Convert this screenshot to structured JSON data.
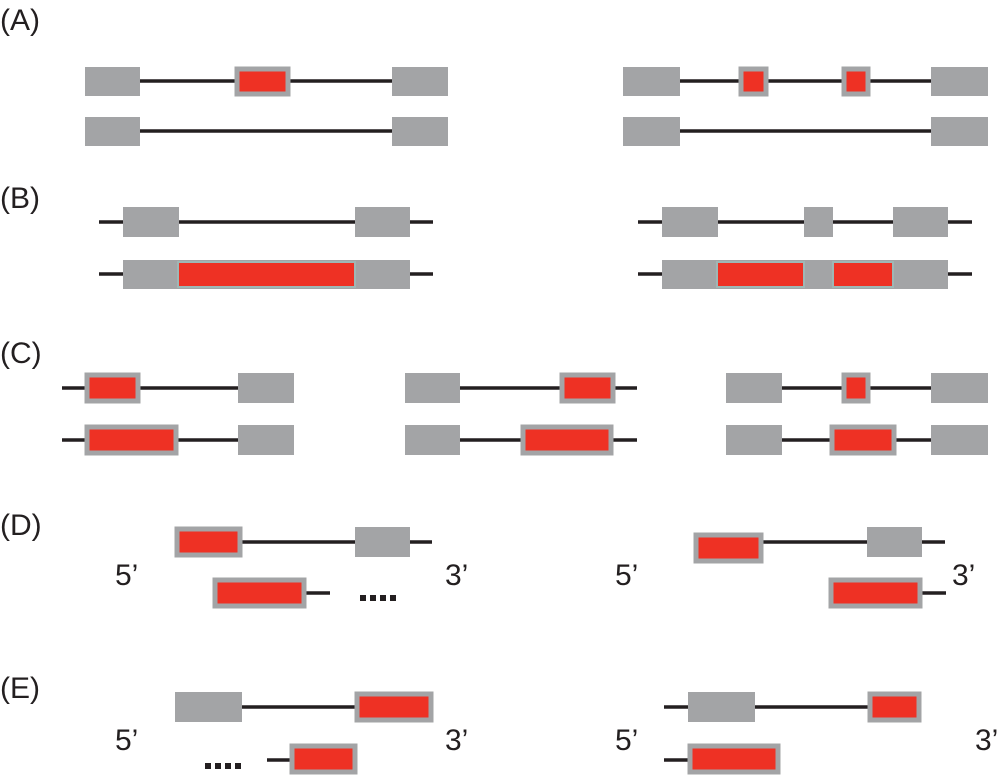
{
  "panels": [
    {
      "label": "(A)"
    },
    {
      "label": "(B)"
    },
    {
      "label": "(C)"
    },
    {
      "label": "(D)",
      "five_prime": "5’",
      "three_prime": "3’"
    },
    {
      "label": "(E)",
      "five_prime": "5’",
      "three_prime": "3’"
    }
  ],
  "colors": {
    "exon": "#a3a4a6",
    "highlight": "#ee3124",
    "intron": "#231f20"
  }
}
